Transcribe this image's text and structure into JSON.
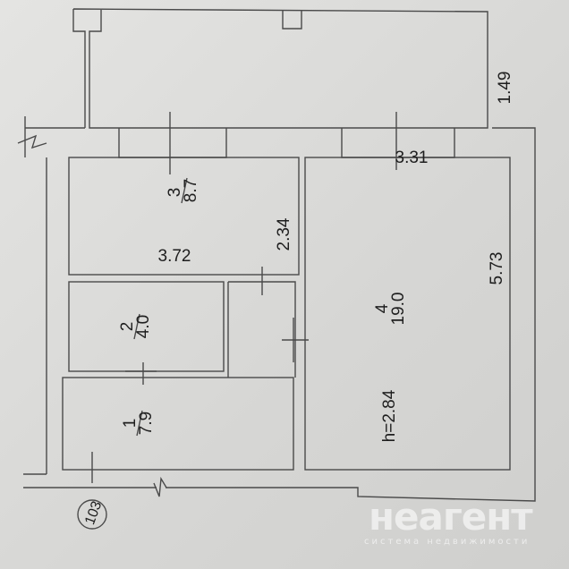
{
  "rooms": [
    {
      "number": "1",
      "area": "7.9"
    },
    {
      "number": "2",
      "area": "4.0"
    },
    {
      "number": "3",
      "area": "8.7"
    },
    {
      "number": "4",
      "area": "19.0"
    }
  ],
  "dimensions": {
    "balcony_depth": "1.49",
    "room3_width": "3.72",
    "room3_depth": "2.34",
    "room4_width": "3.31",
    "room4_depth": "5.73",
    "ceiling_height": "h=2.84"
  },
  "apartment_number": "103",
  "watermark": {
    "brand": "неагент",
    "tagline": "система недвижимости"
  }
}
